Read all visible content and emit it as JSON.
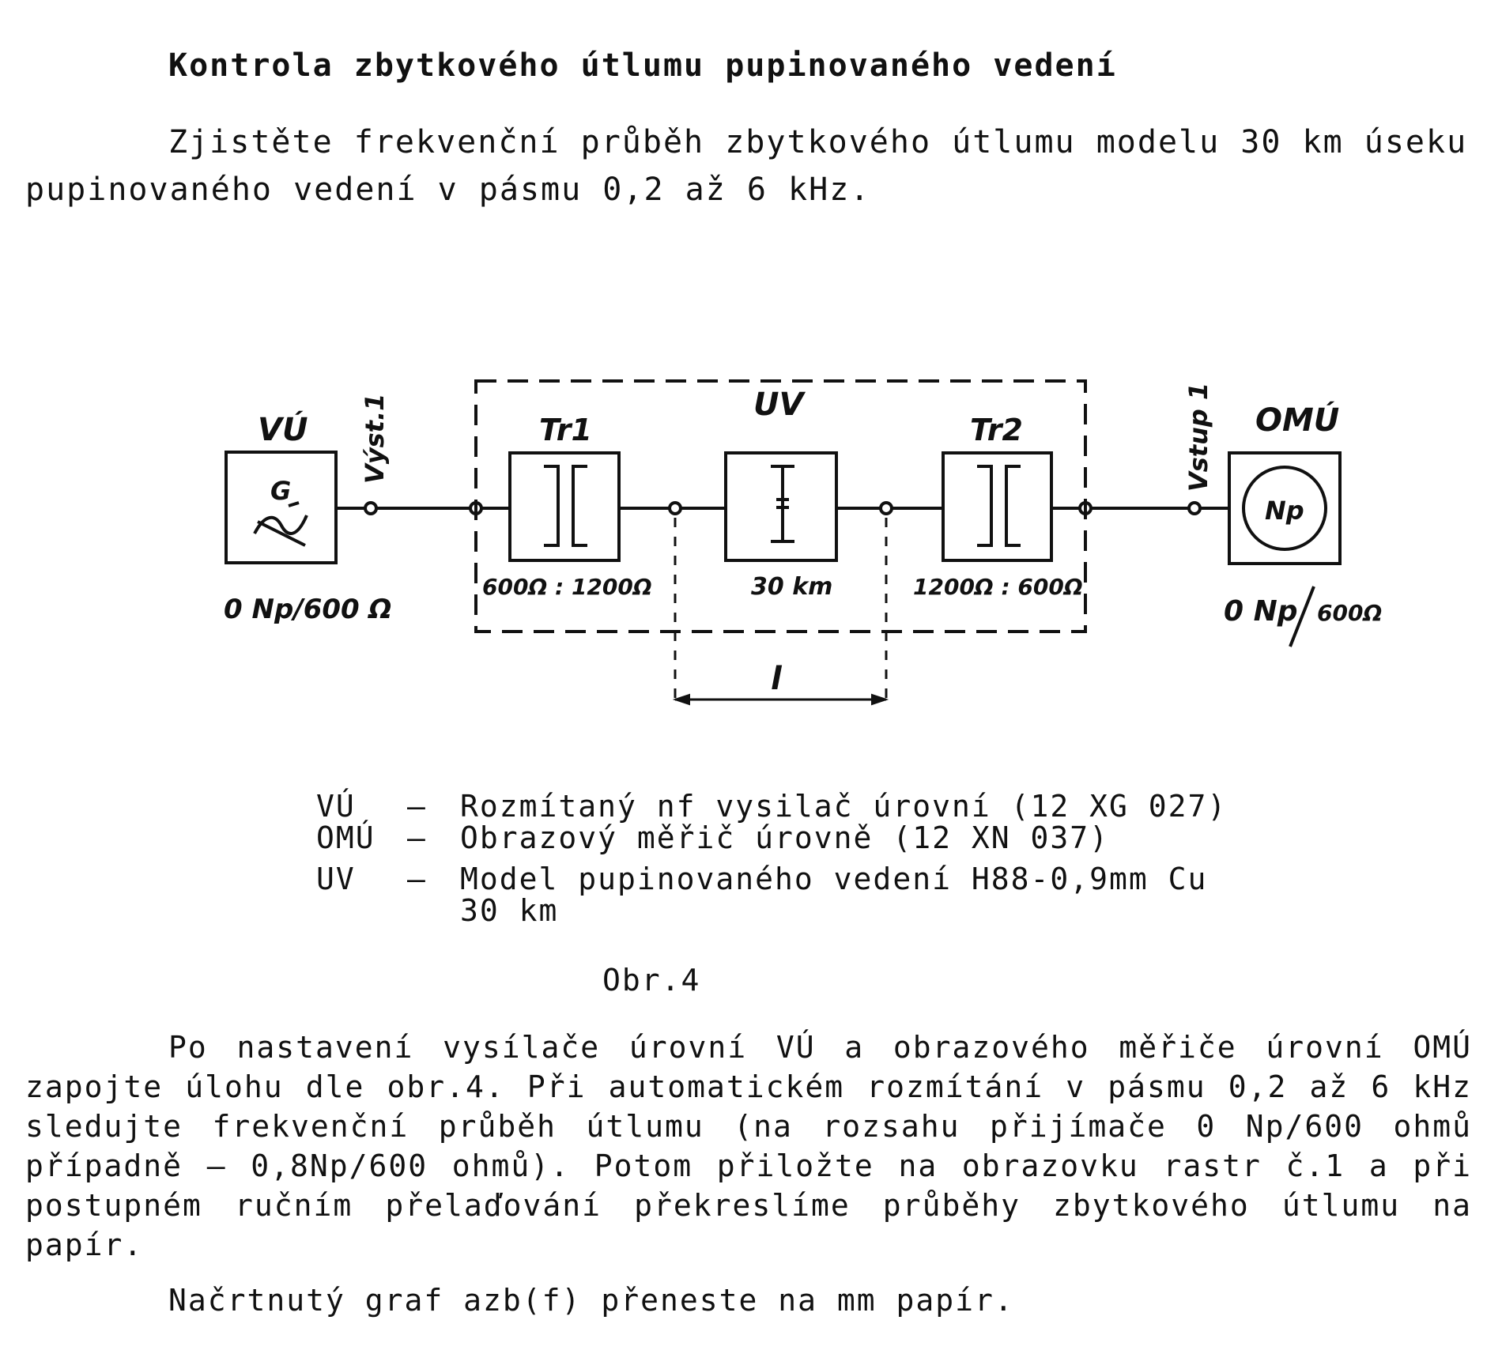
{
  "title": "Kontrola zbytkového útlumu pupinovaného vedení",
  "intro": "Zjistěte frekvenční průběh zbytkového útlumu modelu 30 km úseku pupinovaného vedení v pásmu 0,2 až 6 kHz.",
  "diagram": {
    "vu": {
      "name": "VÚ",
      "symbol": "G",
      "level": "0 Np/600 Ω"
    },
    "vyst": "Výst.1",
    "uv": {
      "name": "UV",
      "length": "30 km"
    },
    "tr1": {
      "name": "Tr1",
      "ratio": "600Ω : 1200Ω"
    },
    "tr2": {
      "name": "Tr2",
      "ratio": "1200Ω : 600Ω"
    },
    "vstup": "Vstup 1",
    "omu": {
      "name": "OMÚ",
      "symbol": "Np",
      "level_np": "0 Np",
      "level_ohm": "600Ω"
    },
    "length_label": "l"
  },
  "legend": [
    {
      "abbr": "VÚ",
      "dash": "–",
      "desc": "Rozmítaný nf vysilač úrovní (12 XG 027)"
    },
    {
      "abbr": "OMÚ",
      "dash": "–",
      "desc": "Obrazový měřič úrovně (12 XN 037)"
    },
    {
      "abbr": "UV",
      "dash": "–",
      "desc": "Model pupinovaného vedení H88-0,9mm Cu 30 km"
    }
  ],
  "figure_label": "Obr.4",
  "paragraph": "Po nastavení vysílače úrovní VÚ a obrazového měřiče úrovní OMÚ zapojte úlohu dle obr.4. Při automatickém rozmítání v pásmu 0,2 až 6 kHz sledujte frekvenční průběh útlumu (na rozsahu přijímače 0 Np/600 ohmů případně – 0,8Np/600 ohmů). Potom přiložte na obrazovku rastr č.1 a při postupném ručním přelaďování překreslíme průběhy zbytkového útlumu na papír.",
  "paragraph2": "Načrtnutý graf azb(f) přeneste na mm papír."
}
